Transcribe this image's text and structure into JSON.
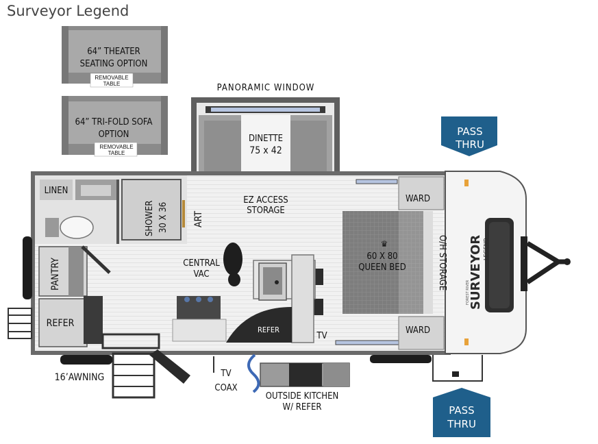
{
  "title": "Surveyor Legend",
  "options": {
    "theater": {
      "line1": "64” THEATER",
      "line2": "SEATING OPTION",
      "table1": "REMOVABLE",
      "table2": "TABLE"
    },
    "sofa": {
      "line1": "64” TRI-FOLD SOFA",
      "line2": "OPTION",
      "table1": "REMOVABLE",
      "table2": "TABLE"
    }
  },
  "labels": {
    "panoramic_window": "PANORAMIC WINDOW",
    "dinette": "DINETTE",
    "dinette_size": "75 x 42",
    "linen": "LINEN",
    "shower": "SHOWER",
    "shower_size": "30 X 36",
    "art": "ART",
    "ez_access": "EZ ACCESS",
    "storage": "STORAGE",
    "ward_top": "WARD",
    "ward_bottom": "WARD",
    "bed_size": "60 X 80",
    "queen_bed": "QUEEN BED",
    "oh_storage": "O/H STORAGE",
    "central": "CENTRAL",
    "vac": "VAC",
    "pantry": "PANTRY",
    "refer_left": "REFER",
    "refer_kitchen": "REFER",
    "tv_inside": "TV",
    "awning": "16’AWNING",
    "tv": "TV",
    "coax": "COAX",
    "outside_kitchen": "OUTSIDE KITCHEN",
    "w_refer": "W/ REFER",
    "brand": "SURVEYOR",
    "brand_sub": "LEGEND",
    "brand_top": "FOREST RIVER"
  },
  "pass_thru": {
    "top": {
      "line1": "PASS",
      "line2": "THRU"
    },
    "bottom": {
      "line1": "PASS",
      "line2": "THRU"
    }
  },
  "colors": {
    "pass_thru_bg": "#1f5f8b",
    "wall": "#6b6b6b",
    "floor": "#efefef",
    "furniture": "#8e8e8e"
  }
}
